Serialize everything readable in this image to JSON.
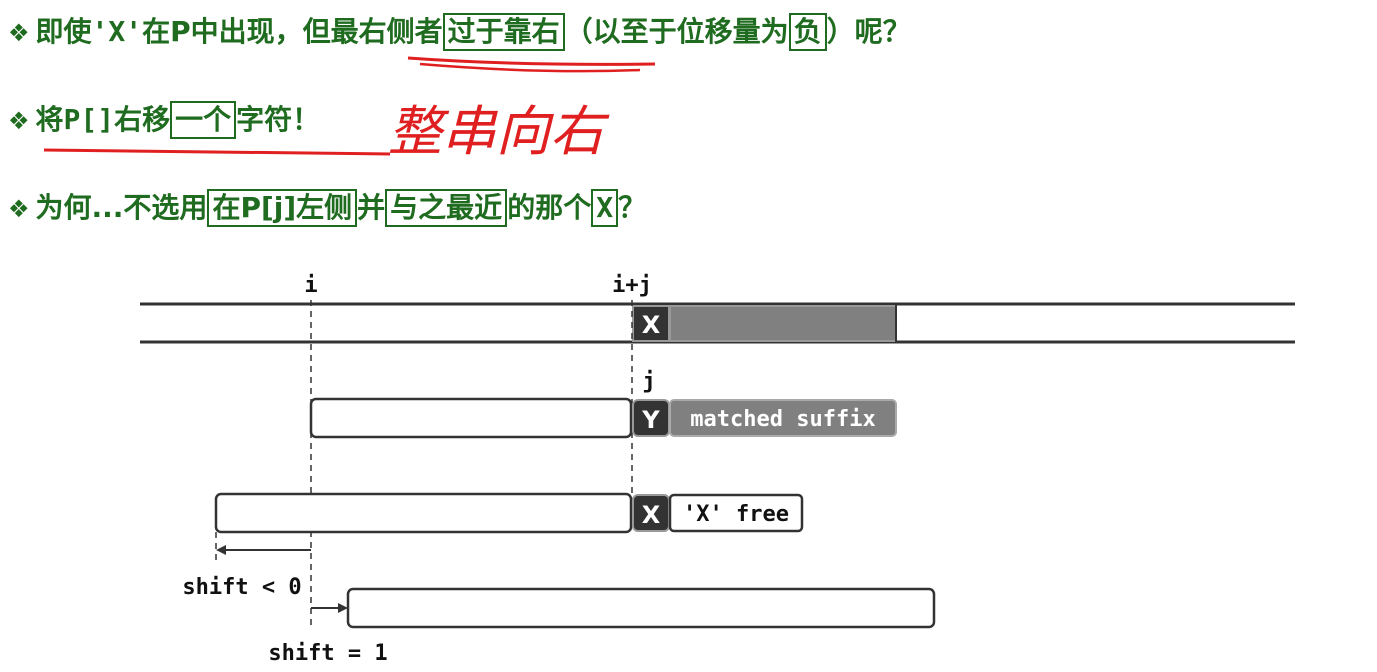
{
  "bullets": {
    "b1": {
      "mark": "❖",
      "t1": "即使",
      "code": "'X'",
      "t2": "在P中出现，但最右侧者",
      "box1": "过于靠右",
      "t3": "（以至于位移量为",
      "box2": "负",
      "t4": "）呢？"
    },
    "b2": {
      "mark": "❖",
      "t1": "将",
      "code": "P[]",
      "t2": "右移",
      "box1": "一个",
      "t3": "字符！"
    },
    "b3": {
      "mark": "❖",
      "t1": "为何...不选用",
      "box1": "在P[j]左侧",
      "t2": "并",
      "box2": "与之最近",
      "t3": "的那个",
      "box3": "X",
      "t4": "？"
    }
  },
  "handwriting": {
    "text": "整串向右",
    "color": "#e02020"
  },
  "diagram": {
    "label_i": "i",
    "label_ij": "i+j",
    "label_j": "j",
    "text_cell_char": "X",
    "pattern_cell_char": "Y",
    "matched_suffix": "matched suffix",
    "candidate_cell_char": "X",
    "x_free": "'X' free",
    "shift_neg": "shift < 0",
    "shift_one": "shift = 1"
  },
  "colors": {
    "bullet_text": "#1f6b1f",
    "annotation_red": "#e02020",
    "dark_cell": "#333333",
    "grey_fill": "#808080",
    "outline": "#333333"
  }
}
